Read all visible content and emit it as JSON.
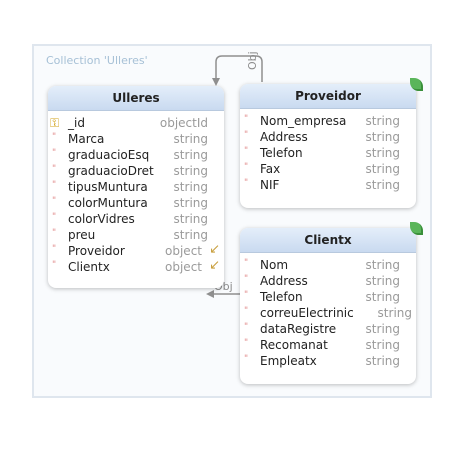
{
  "collection": {
    "title": "Collection 'Ulleres'"
  },
  "connectors": {
    "label_top": "Obj",
    "label_bottom": "Obj"
  },
  "ulleres": {
    "title": "Ulleres",
    "fields": [
      {
        "name": "_id",
        "type": "objectId",
        "icon": "key-icon"
      },
      {
        "name": "Marca",
        "type": "string"
      },
      {
        "name": "graduacioEsq",
        "type": "string"
      },
      {
        "name": "graduacioDret",
        "type": "string"
      },
      {
        "name": "tipusMuntura",
        "type": "string"
      },
      {
        "name": "colorMuntura",
        "type": "string"
      },
      {
        "name": "colorVidres",
        "type": "string"
      },
      {
        "name": "preu",
        "type": "string"
      },
      {
        "name": "Proveidor",
        "type": "object",
        "icon": "link-arrow-icon"
      },
      {
        "name": "Clientx",
        "type": "object",
        "icon": "link-arrow-icon"
      }
    ]
  },
  "proveidor": {
    "title": "Proveidor",
    "fields": [
      {
        "name": "Nom_empresa",
        "type": "string"
      },
      {
        "name": "Address",
        "type": "string"
      },
      {
        "name": "Telefon",
        "type": "string"
      },
      {
        "name": "Fax",
        "type": "string"
      },
      {
        "name": "NIF",
        "type": "string"
      }
    ]
  },
  "clientx": {
    "title": "Clientx",
    "fields": [
      {
        "name": "Nom",
        "type": "string"
      },
      {
        "name": "Address",
        "type": "string"
      },
      {
        "name": "Telefon",
        "type": "string"
      },
      {
        "name": "correuElectrinic",
        "type": "string"
      },
      {
        "name": "dataRegistre",
        "type": "string"
      },
      {
        "name": "Recomanat",
        "type": "string"
      },
      {
        "name": "Empleatx",
        "type": "string"
      }
    ]
  },
  "colors": {
    "leaf": "#5ab55a",
    "header": "#c9daf0",
    "required_mark": "#e08a8a",
    "key": "#d1a21a"
  }
}
